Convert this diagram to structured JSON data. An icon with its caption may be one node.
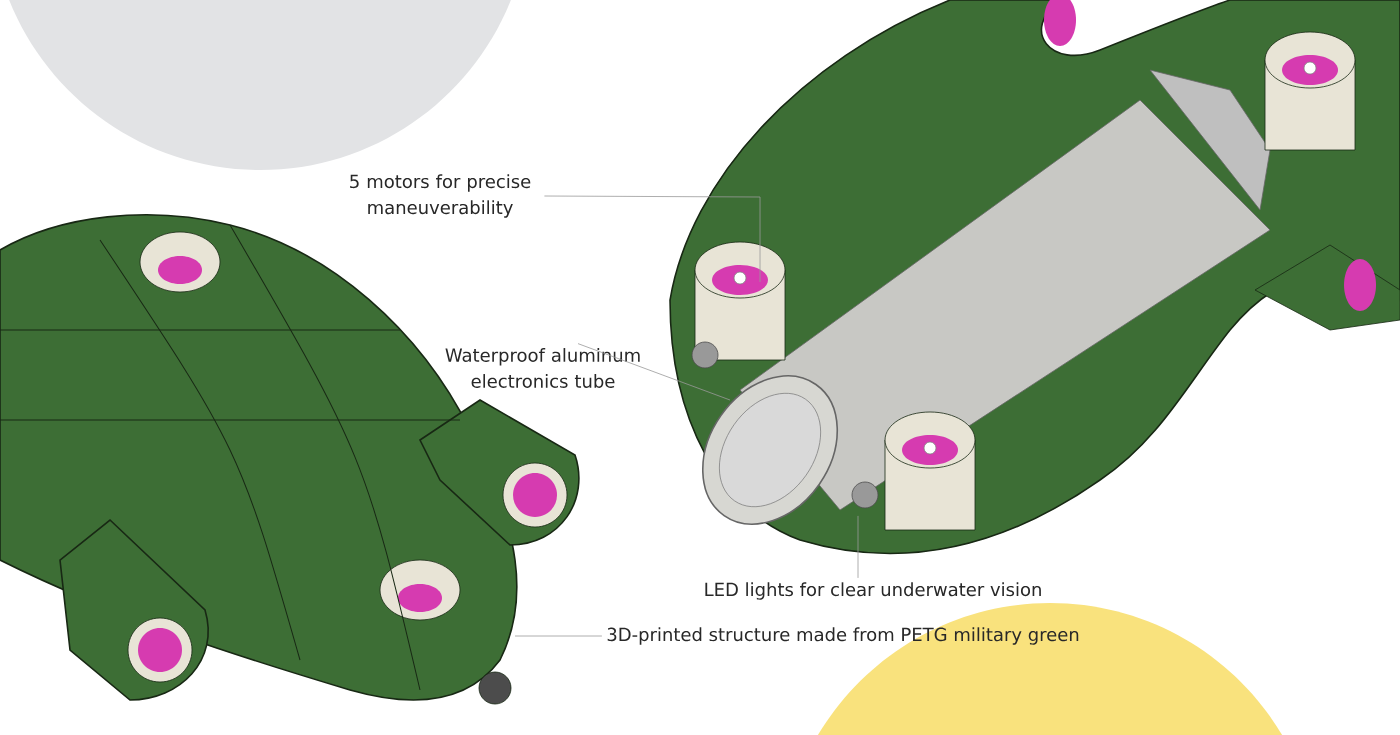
{
  "diagram": {
    "nodes": [
      {
        "text": [
          "5 motors for precise maneuverability"
        ]
      },
      {
        "text": [
          "Waterproof aluminum electronics tube"
        ]
      },
      {
        "text": [
          "LED lights for clear underwater vision"
        ]
      },
      {
        "text": [
          "3D-printed structure made from PETG military green"
        ]
      }
    ],
    "edges": [
      {
        "from": 0,
        "to": null,
        "arrow": "none"
      },
      {
        "from": 1,
        "to": null,
        "arrow": "none"
      },
      {
        "from": 2,
        "to": null,
        "arrow": "none"
      },
      {
        "from": 3,
        "to": null,
        "arrow": "none"
      }
    ]
  }
}
